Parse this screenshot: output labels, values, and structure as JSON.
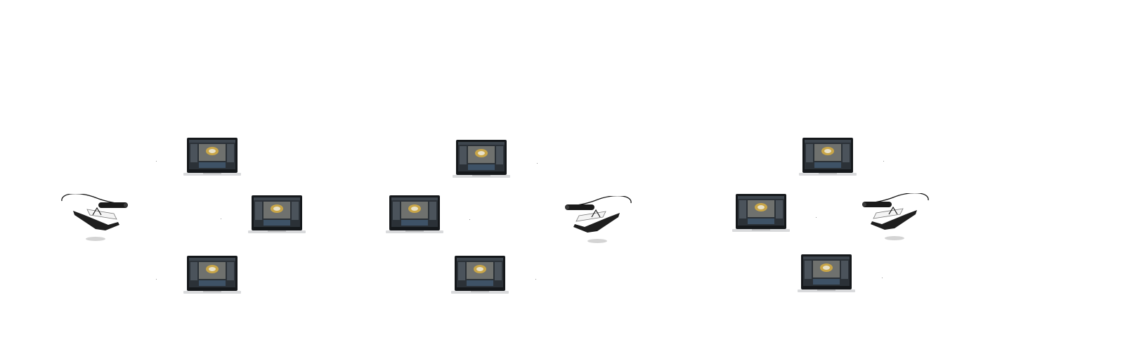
{
  "diagrams": [
    {
      "group": "left",
      "devices": [
        "glasses",
        "laptop",
        "laptop",
        "laptop"
      ]
    },
    {
      "group": "middle",
      "devices": [
        "glasses",
        "laptop",
        "laptop",
        "laptop"
      ]
    },
    {
      "group": "right",
      "devices": [
        "glasses",
        "laptop",
        "laptop",
        "laptop"
      ]
    }
  ],
  "icons": {
    "laptop": "laptop-icon",
    "glasses": "smart-glasses-icon"
  },
  "colors": {
    "background": "#ffffff",
    "device_body": "#1a1a1a",
    "screen_dark": "#2b3137",
    "screen_accent": "#c8a548",
    "laptop_base": "#d9dadc"
  }
}
